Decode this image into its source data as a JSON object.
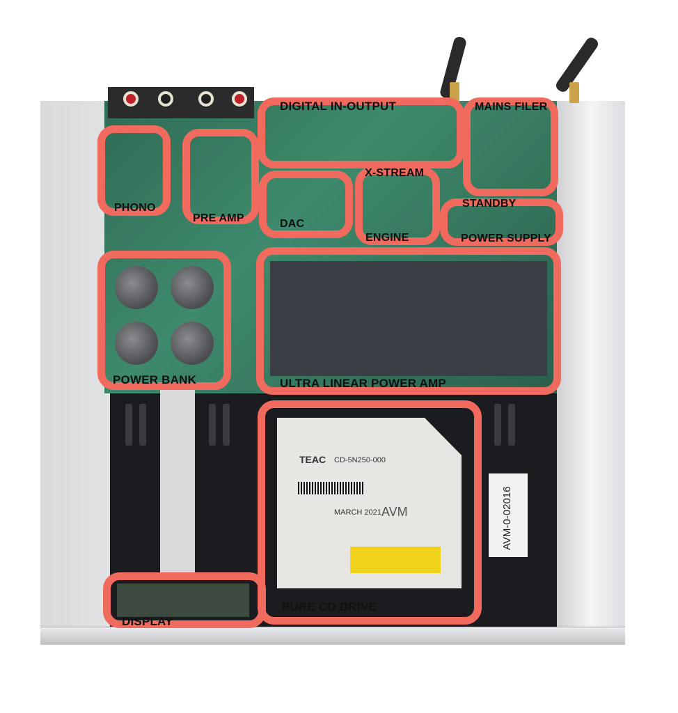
{
  "labels": {
    "digital": "DIGITAL IN-OUTPUT",
    "mains": "MAINS FILER",
    "phono": "PHONO",
    "preamp": "PRE AMP",
    "dac": "DAC",
    "xstream_top": "X-STREAM",
    "xstream_bottom": "ENGINE",
    "standby_top": "STANDBY",
    "standby_bottom": "POWER SUPPLY",
    "powerbank": "POWER BANK",
    "poweramp": "ULTRA LINEAR POWER AMP",
    "cddrive": "PURE CD DRIVE",
    "display": "DISPLAY"
  },
  "photo_text": {
    "cd_brand": "TEAC",
    "cd_model": "CD-5N250-000",
    "cd_date": "MARCH 2021",
    "cd_logo": "AVM",
    "serial_sticker": "AVM-0-02016"
  },
  "colors": {
    "highlight": "#f06a5e"
  }
}
